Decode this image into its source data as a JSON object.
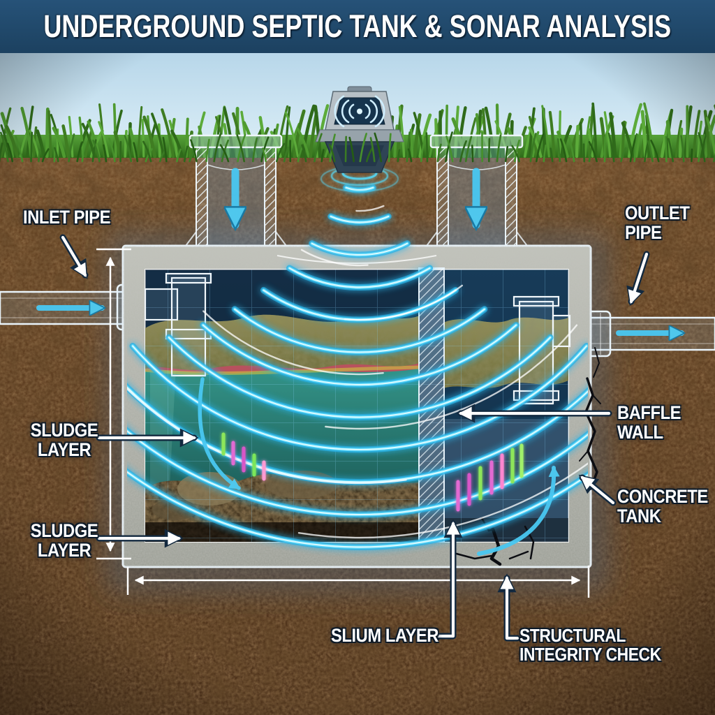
{
  "title": "UNDERGROUND SEPTIC TANK & SONAR ANALYSIS",
  "labels": {
    "inlet_pipe": "INLET PIPE",
    "outlet_pipe": "OUTLET PIPE",
    "sludge_layer_upper": "SLUDGE LAYER",
    "sludge_layer_lower": "SLUDGE LAYER",
    "baffle_wall": "BAFFLE WALL",
    "concrete_tank": "CONCRETE TANK",
    "slium_layer": "SLIUM LAYER",
    "structural_integrity_check": "STRUCTURAL INTEGRITY CHECK"
  },
  "icons": {
    "sonar_device": "sonar-signal-icon"
  },
  "colors": {
    "banner": "#1f4769",
    "sonar_wave": "#35c5f2",
    "flow_arrow": "#49c8f2",
    "label_text": "#ffffff",
    "echo_magenta": "#e26bd2",
    "echo_green": "#8de65a",
    "concrete": "#b0b2a8",
    "water_teal": "#2e8f85",
    "scum_olive": "#84824c",
    "soil_brown": "#5d3818"
  }
}
